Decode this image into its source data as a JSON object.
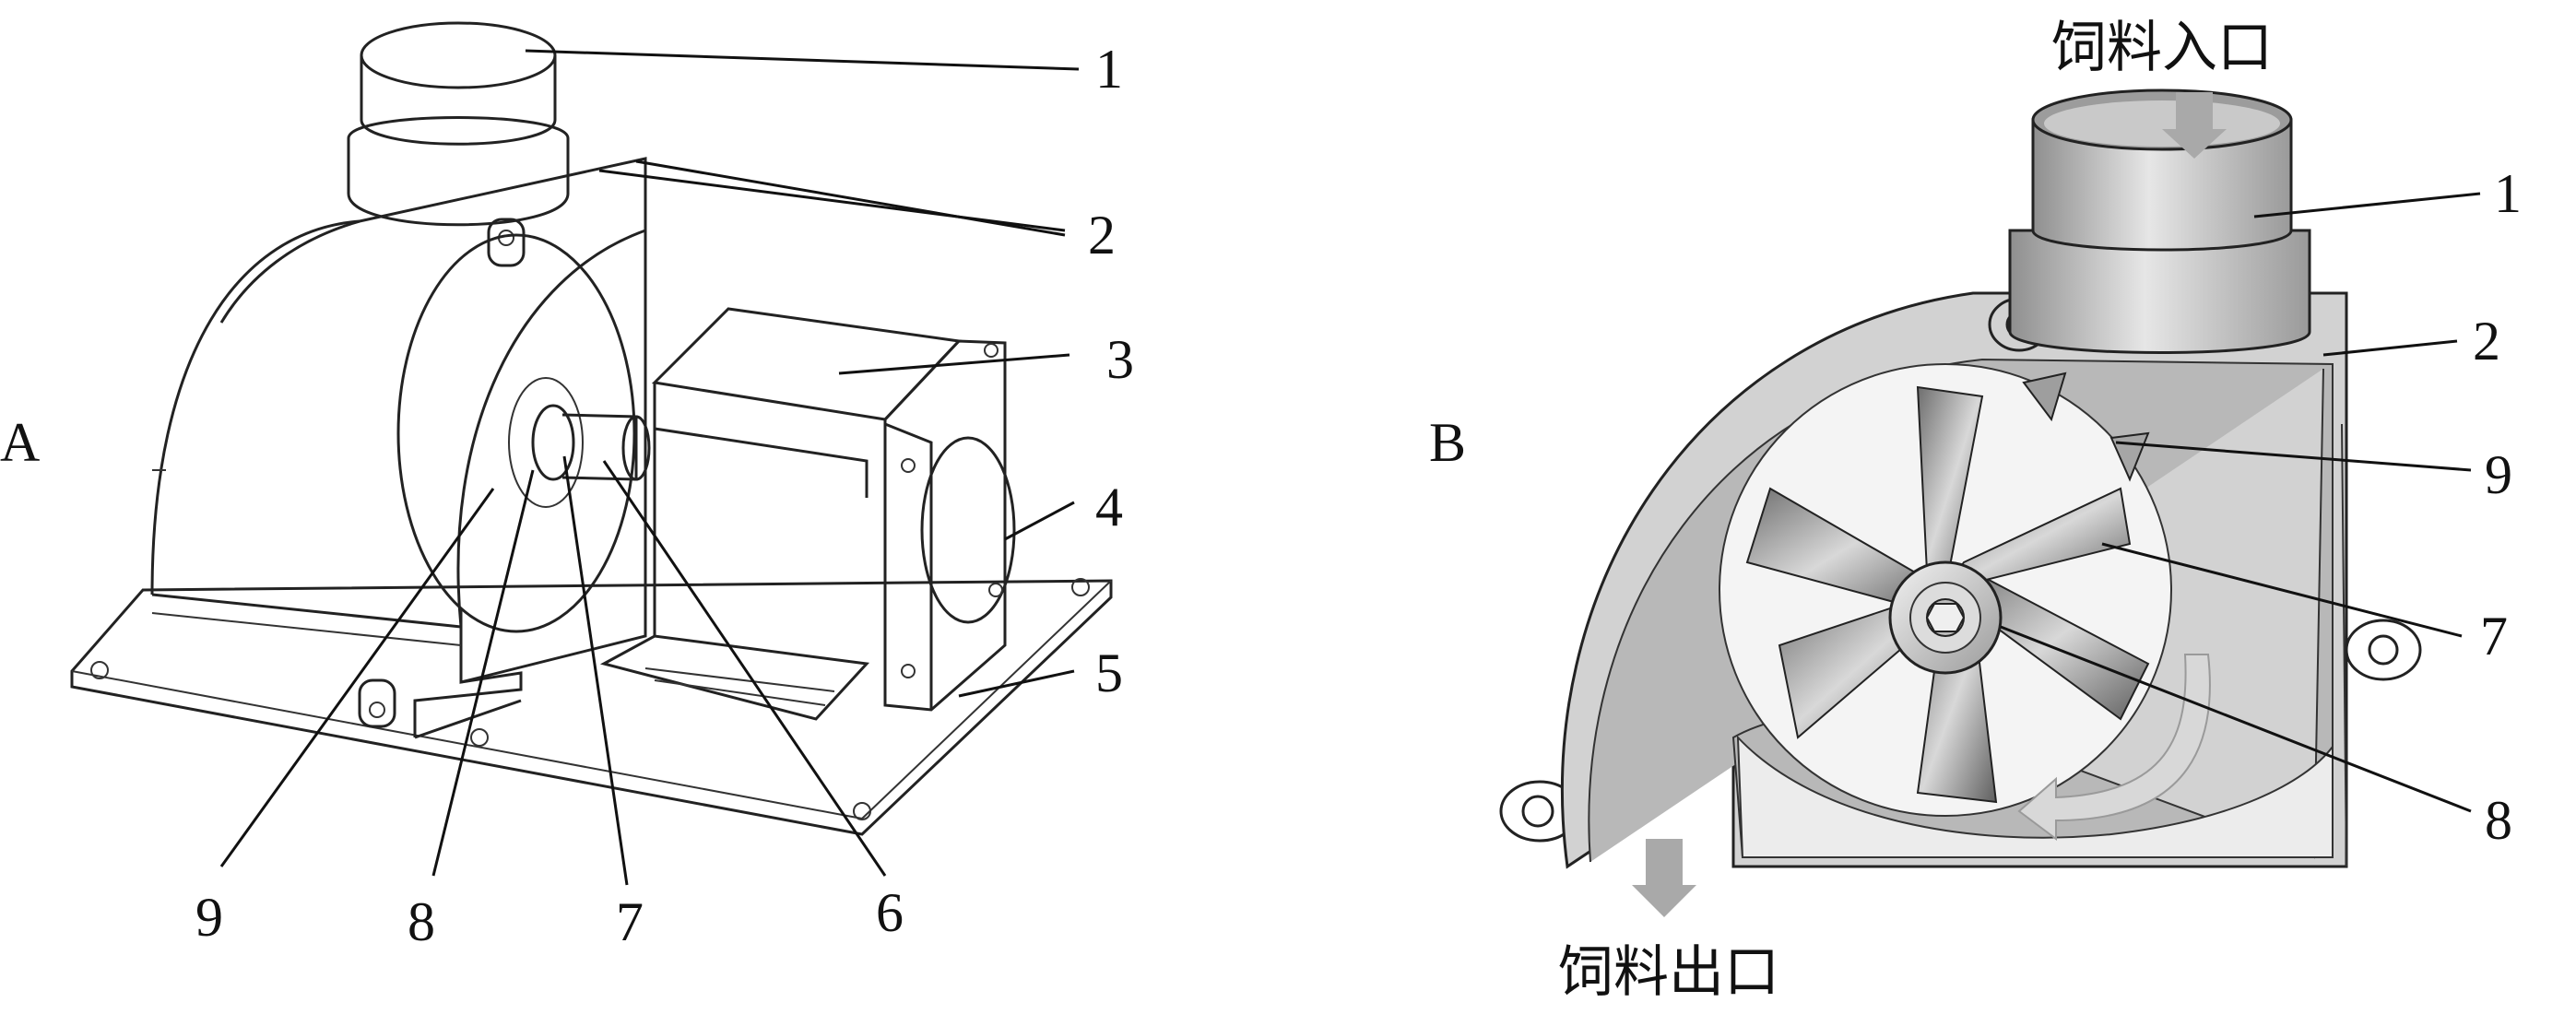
{
  "panel_a": {
    "label": "A",
    "callouts": [
      "1",
      "2",
      "3",
      "4",
      "5",
      "6",
      "7",
      "8",
      "9"
    ]
  },
  "panel_b": {
    "label": "B",
    "inlet_label": "饲料入口",
    "outlet_label": "饲料出口",
    "callouts": [
      "1",
      "2",
      "9",
      "7",
      "8"
    ]
  },
  "colors": {
    "line": "#111111",
    "housing_gray": "#b8b8b8",
    "arrow_gray": "#a9a9a9"
  }
}
